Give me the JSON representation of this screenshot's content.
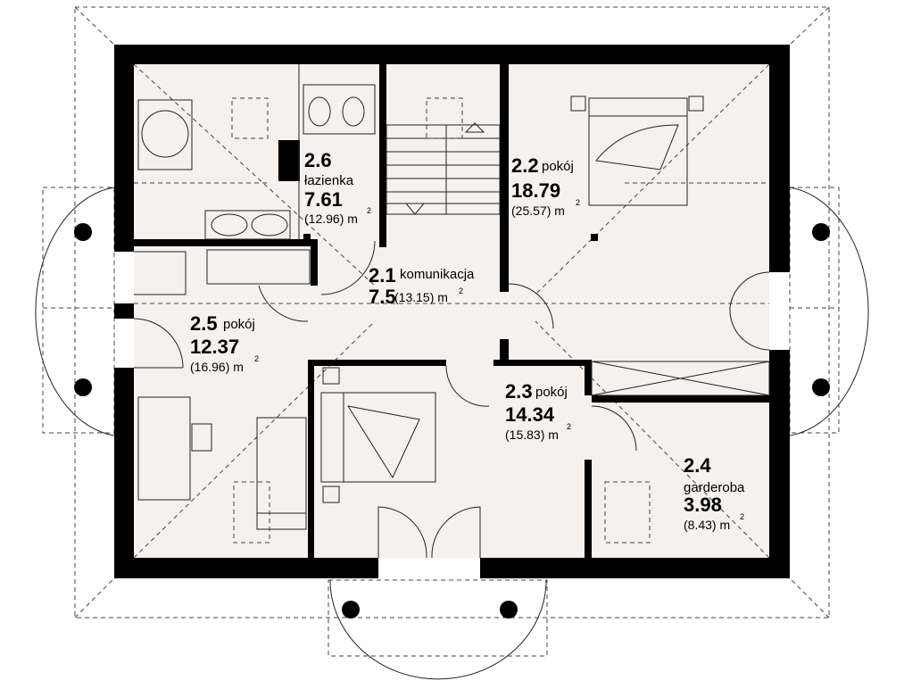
{
  "rooms": [
    {
      "id": "2.1",
      "name": "komunikacja",
      "area": "7.5",
      "area_total": "(13.15) m",
      "sup": "2"
    },
    {
      "id": "2.2",
      "name": "pokój",
      "area": "18.79",
      "area_total": "(25.57) m",
      "sup": "2"
    },
    {
      "id": "2.3",
      "name": "pokój",
      "area": "14.34",
      "area_total": "(15.83) m",
      "sup": "2"
    },
    {
      "id": "2.4",
      "name": "garderoba",
      "area": "3.98",
      "area_total": "(8.43) m",
      "sup": "2"
    },
    {
      "id": "2.5",
      "name": "pokój",
      "area": "12.37",
      "area_total": "(16.96) m",
      "sup": "2"
    },
    {
      "id": "2.6",
      "name": "łazienka",
      "area": "7.61",
      "area_total": "(12.96) m",
      "sup": "2"
    }
  ]
}
